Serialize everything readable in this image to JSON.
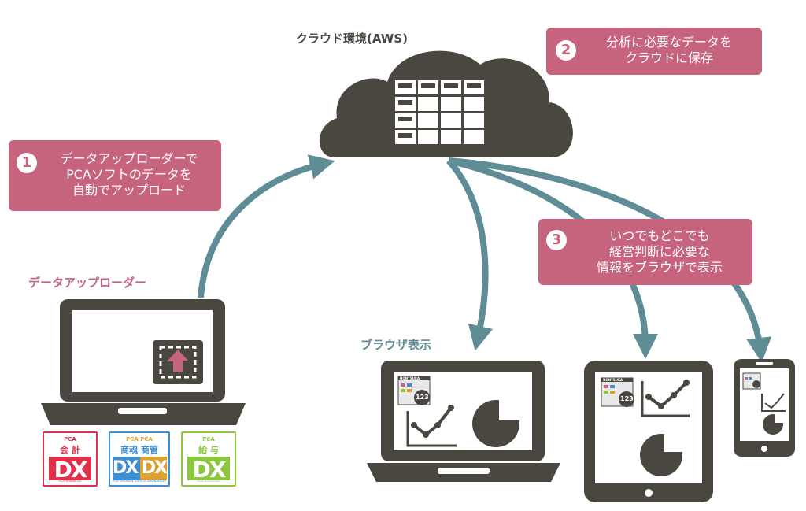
{
  "cloud": {
    "label": "クラウド環境(AWS)"
  },
  "callouts": [
    {
      "number": "1",
      "text": "データアップローダーで\nPCAソフトのデータを\n自動でアップロード"
    },
    {
      "number": "2",
      "text": "分析に必要なデータを\nクラウドに保存"
    },
    {
      "number": "3",
      "text": "いつでもどこでも\n経営判断に必要な\n情報をブラウザで表示"
    }
  ],
  "uploader": {
    "label": "データアップローダー"
  },
  "browser": {
    "label": "ブラウザ表示"
  },
  "dashboard": {
    "brand": "HONTSUKA",
    "number": "123"
  },
  "products": [
    {
      "pca": "PCA",
      "name": "会 計",
      "dx": "DX",
      "sub": "PCA KAIKEI DX",
      "color": "#e0314b"
    },
    {
      "pca": "PCA PCA",
      "name": "商魂 商管",
      "dx": "DX DX",
      "sub": "PCA SHOKON DX  PCA SHOKAN DX",
      "color": "#3d8fd1"
    },
    {
      "pca": "PCA",
      "name": "給 与",
      "dx": "DX",
      "sub": "PCA KYUYO DX",
      "color": "#8cc63f"
    }
  ],
  "colors": {
    "cloud": "#4a4740",
    "device": "#4a4740",
    "arrow": "#5e8d96",
    "callout": "#c6637d",
    "uploader_label": "#c6637d",
    "browser_label": "#5e8d96"
  }
}
